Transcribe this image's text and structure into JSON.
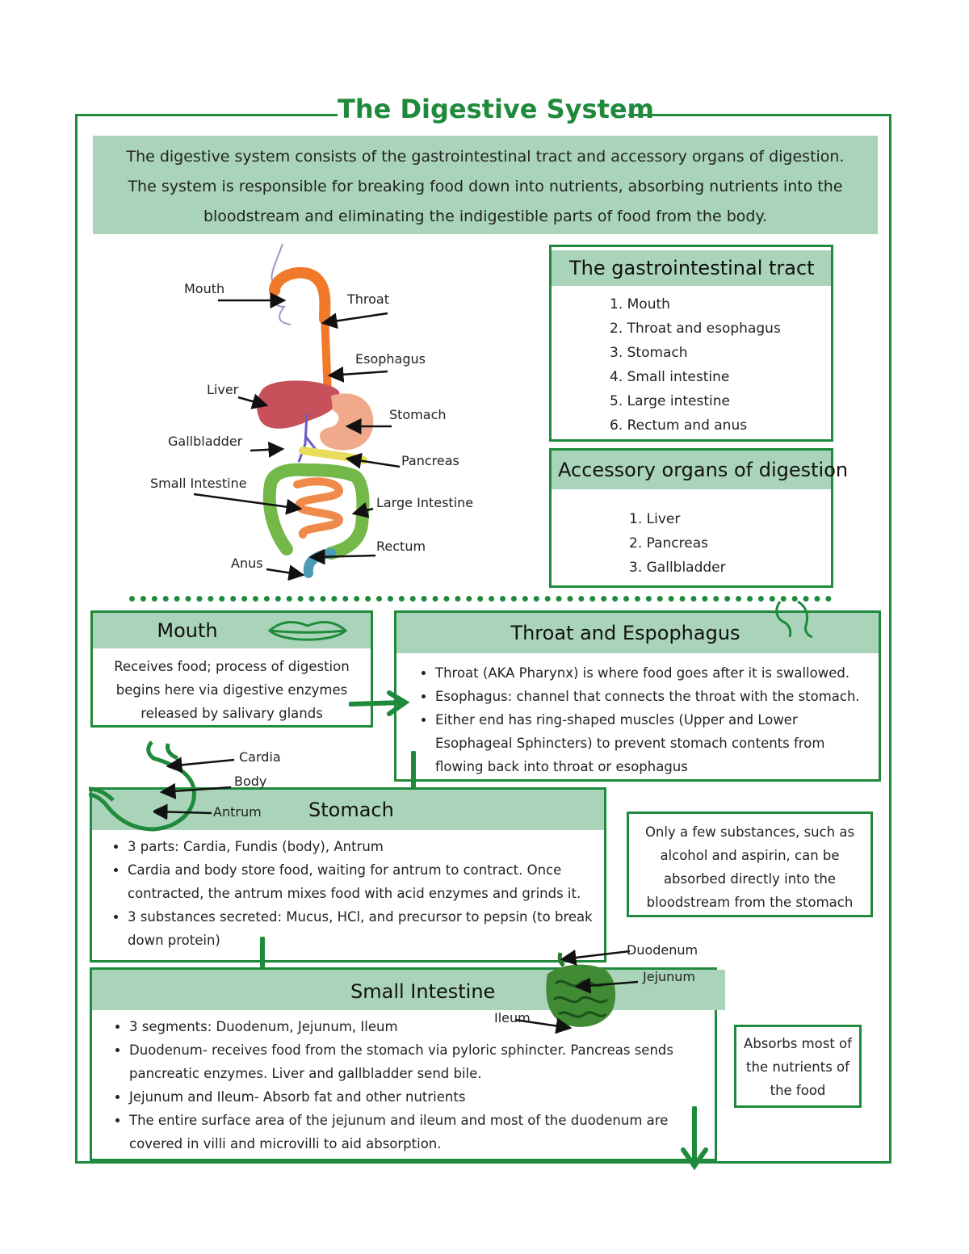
{
  "title": "The Digestive System",
  "intro": "The digestive system consists of the gastrointestinal tract and accessory organs of digestion. The system is responsible for breaking food down into nutrients, absorbing nutrients into the bloodstream and eliminating the indigestible parts of food from the body.",
  "diagram_labels": {
    "mouth": "Mouth",
    "throat": "Throat",
    "esophagus": "Esophagus",
    "liver": "Liver",
    "stomach": "Stomach",
    "gallbladder": "Gallbladder",
    "pancreas": "Pancreas",
    "small_intestine": "Small Intestine",
    "large_intestine": "Large Intestine",
    "rectum": "Rectum",
    "anus": "Anus"
  },
  "gi_tract": {
    "heading": "The gastrointestinal tract",
    "items": [
      "Mouth",
      "Throat and esophagus",
      "Stomach",
      "Small intestine",
      "Large intestine",
      "Rectum and anus"
    ]
  },
  "accessory": {
    "heading": "Accessory organs of digestion",
    "items": [
      "Liver",
      "Pancreas",
      "Gallbladder"
    ]
  },
  "mouth_box": {
    "heading": "Mouth",
    "text": "Receives food; process of digestion begins here via digestive enzymes released by salivary glands"
  },
  "throat_box": {
    "heading": "Throat and Espophagus",
    "bullets": [
      "Throat (AKA Pharynx) is where food goes after it is swallowed.",
      "Esophagus: channel that connects the throat with the stomach.",
      "Either end has ring-shaped muscles (Upper and Lower Esophageal Sphincters) to prevent stomach contents from flowing back into throat or esophagus"
    ]
  },
  "stomach_box": {
    "heading": "Stomach",
    "labels": {
      "cardia": "Cardia",
      "body": "Body",
      "antrum": "Antrum"
    },
    "bullets": [
      "3 parts: Cardia, Fundis (body), Antrum",
      "Cardia and body store food, waiting for antrum to contract. Once contracted, the antrum mixes food with acid enzymes and grinds it.",
      "3 substances secreted: Mucus, HCl, and precursor to pepsin (to break down protein)"
    ]
  },
  "stomach_note": "Only a few substances, such as alcohol and aspirin, can be absorbed directly into the bloodstream from the stomach",
  "small_intestine_box": {
    "heading": "Small Intestine",
    "labels": {
      "duodenum": "Duodenum",
      "jejunum": "Jejunum",
      "ileum": "Ileum"
    },
    "bullets": [
      "3 segments: Duodenum, Jejunum, Ileum",
      "Duodenum- receives food from the stomach via pyloric sphincter. Pancreas sends pancreatic enzymes. Liver and gallbladder send bile.",
      "Jejunum and Ileum- Absorb fat and other nutrients",
      "The entire surface area of the jejunum and ileum and most of the duodenum are covered in villi and microvilli to aid absorption."
    ]
  },
  "small_intestine_note": "Absorbs most of the nutrients of the food",
  "colors": {
    "accent": "#1f8a3c",
    "band": "#a9d4b9"
  }
}
